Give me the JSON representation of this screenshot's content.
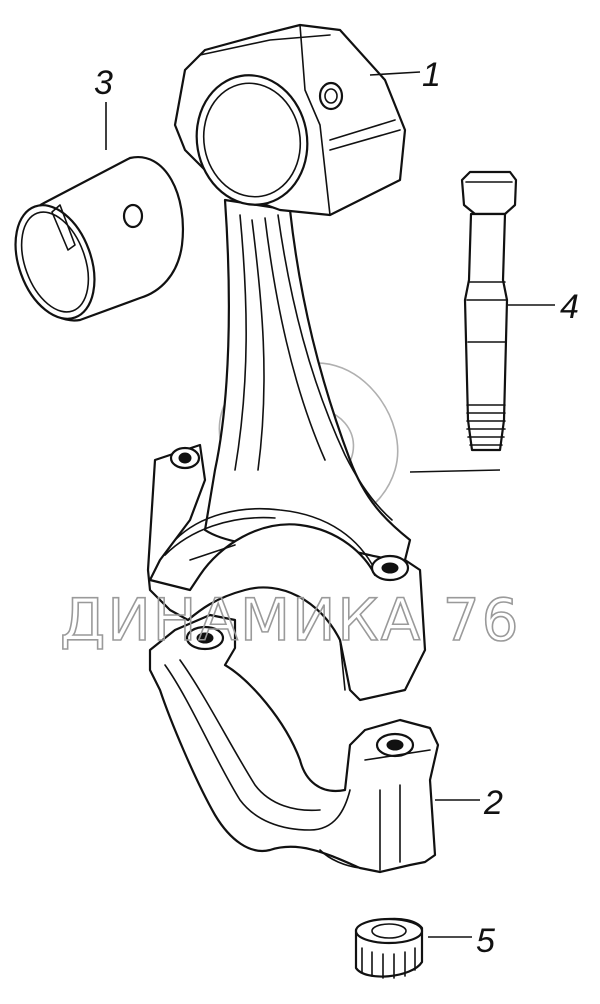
{
  "watermark": {
    "text": "ДИНАМИКА 76"
  },
  "callouts": [
    {
      "id": "1",
      "label": "1"
    },
    {
      "id": "2",
      "label": "2"
    },
    {
      "id": "3",
      "label": "3"
    },
    {
      "id": "4",
      "label": "4"
    },
    {
      "id": "5",
      "label": "5"
    }
  ],
  "parts": {
    "connecting_rod": "connecting-rod-icon",
    "rod_cap": "rod-cap-icon",
    "bushing": "bushing-icon",
    "rod_bolt": "bolt-icon",
    "nut": "nut-icon"
  }
}
